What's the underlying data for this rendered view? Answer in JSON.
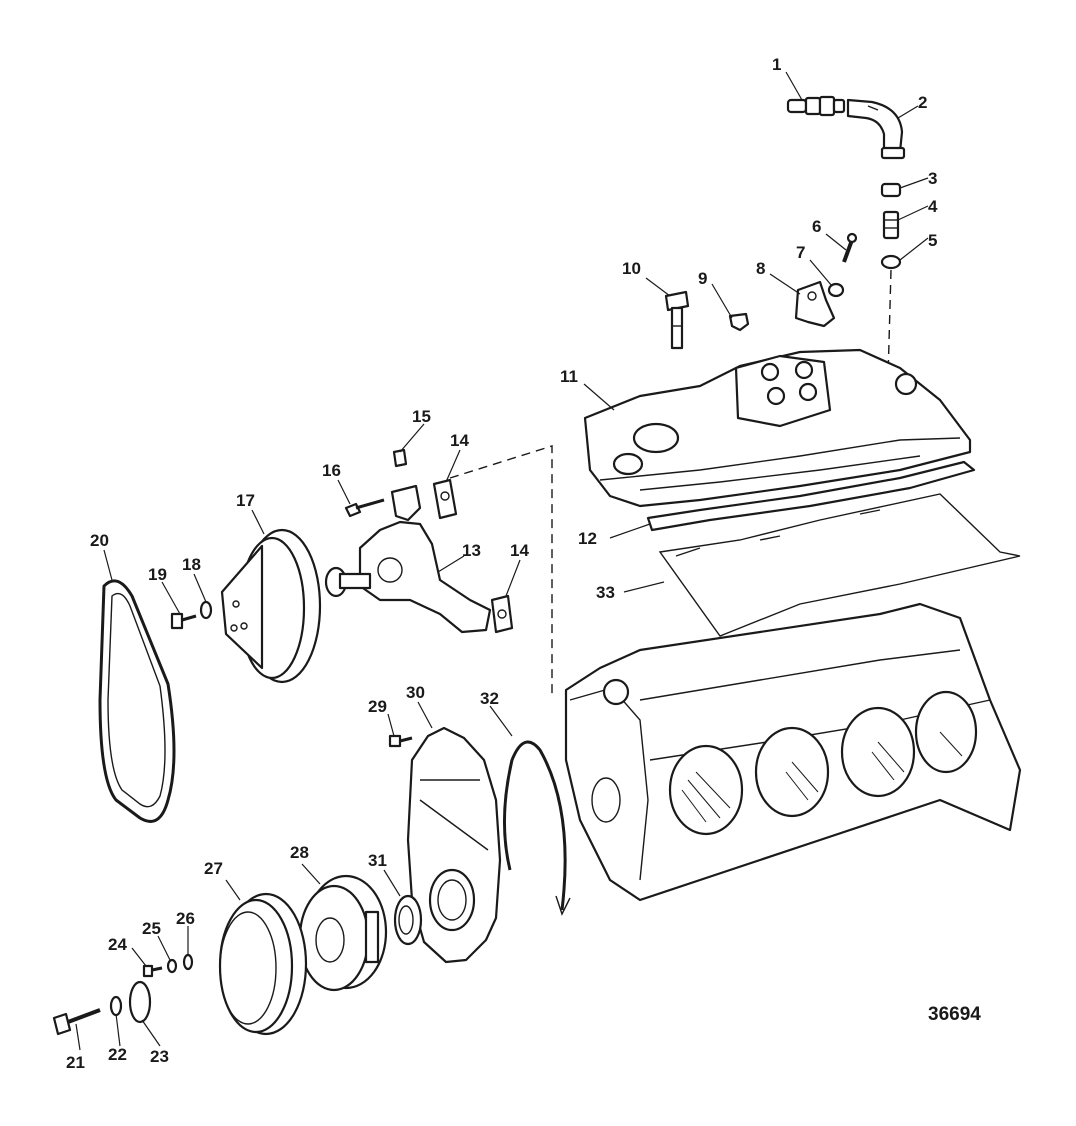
{
  "figure_number": "36694",
  "callouts": [
    {
      "id": "1",
      "label": "1"
    },
    {
      "id": "2",
      "label": "2"
    },
    {
      "id": "3",
      "label": "3"
    },
    {
      "id": "4",
      "label": "4"
    },
    {
      "id": "5",
      "label": "5"
    },
    {
      "id": "6",
      "label": "6"
    },
    {
      "id": "7",
      "label": "7"
    },
    {
      "id": "8",
      "label": "8"
    },
    {
      "id": "9",
      "label": "9"
    },
    {
      "id": "10",
      "label": "10"
    },
    {
      "id": "11",
      "label": "11"
    },
    {
      "id": "12",
      "label": "12"
    },
    {
      "id": "13",
      "label": "13"
    },
    {
      "id": "14a",
      "label": "14"
    },
    {
      "id": "14b",
      "label": "14"
    },
    {
      "id": "15",
      "label": "15"
    },
    {
      "id": "16",
      "label": "16"
    },
    {
      "id": "17",
      "label": "17"
    },
    {
      "id": "18",
      "label": "18"
    },
    {
      "id": "19",
      "label": "19"
    },
    {
      "id": "20",
      "label": "20"
    },
    {
      "id": "21",
      "label": "21"
    },
    {
      "id": "22",
      "label": "22"
    },
    {
      "id": "23",
      "label": "23"
    },
    {
      "id": "24",
      "label": "24"
    },
    {
      "id": "25",
      "label": "25"
    },
    {
      "id": "26",
      "label": "26"
    },
    {
      "id": "27",
      "label": "27"
    },
    {
      "id": "28",
      "label": "28"
    },
    {
      "id": "29",
      "label": "29"
    },
    {
      "id": "30",
      "label": "30"
    },
    {
      "id": "31",
      "label": "31"
    },
    {
      "id": "32",
      "label": "32"
    },
    {
      "id": "33",
      "label": "33"
    }
  ]
}
